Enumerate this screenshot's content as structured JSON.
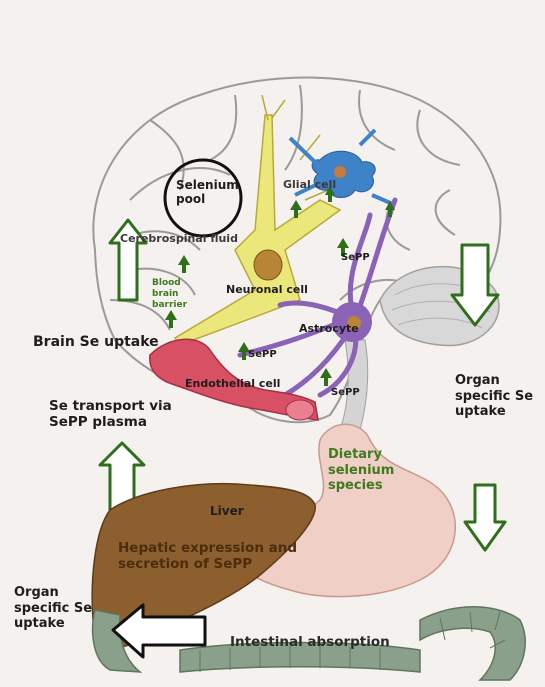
{
  "labels": {
    "selenium_pool": "Selenium\npool",
    "glial_cell": "Glial cell",
    "cerebrospinal_fluid": "Cerebrospinal fluid",
    "blood_brain_barrier": "Blood\nbrain\nbarrier",
    "neuronal_cell": "Neuronal cell",
    "sepp_upper": "SePP",
    "astrocyte": "Astrocyte",
    "sepp_middle": "SePP",
    "endothelial_cell": "Endothelial cell",
    "sepp_lower": "SePP",
    "brain_se_uptake": "Brain Se uptake",
    "se_transport": "Se transport via\nSePP plasma",
    "organ_specific_right": "Organ\nspecific Se\nuptake",
    "dietary_selenium": "Dietary\nselenium\nspecies",
    "liver": "Liver",
    "hepatic_expression": "Hepatic expression and\nsecretion of SePP",
    "organ_specific_left": "Organ\nspecific Se\nuptake",
    "intestinal_absorption": "Intestinal absorption"
  },
  "colors": {
    "arrow_green": "#2f6e1a",
    "neuron_yellow": "#ece77a",
    "glial_blue": "#3e82c8",
    "astrocyte_purple": "#8a62b6",
    "vessel_red": "#d85064",
    "liver_brown": "#8e5f2e",
    "stomach_pink": "#efcfc6",
    "intestine_green": "#8aa08a"
  }
}
